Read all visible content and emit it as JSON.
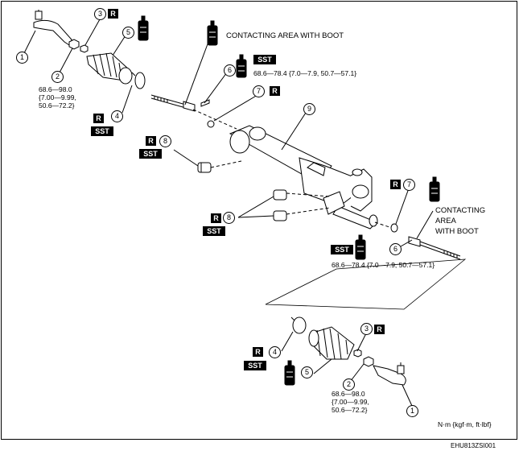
{
  "figure_code": "EHU813ZSI001",
  "units": "N·m {kgf·m, ft·lbf}",
  "callouts": {
    "c1a": "1",
    "c2a": "2",
    "c3a": "3",
    "c4a": "4",
    "c5a": "5",
    "c6a": "6",
    "c7a": "7",
    "c8a": "8",
    "c9": "9",
    "c8b": "8",
    "c7b": "7",
    "c6b": "6",
    "c3b": "3",
    "c4b": "4",
    "c5b": "5",
    "c2b": "2",
    "c1b": "1"
  },
  "badges": {
    "r": "R",
    "sst": "SST"
  },
  "labels": {
    "contact_top": "CONTACTING AREA WITH BOOT",
    "contact_right_1": "CONTACTING",
    "contact_right_2": "AREA",
    "contact_right_3": "WITH BOOT"
  },
  "torque": {
    "tie_rod_end_nut": [
      "68.6—98.0",
      "{7.00—9.99,",
      "50.6—72.2}"
    ],
    "tie_rod": "68.6—78.4 {7.0—7.9, 50.7—57.1}"
  },
  "grease_icon": "grease-tube-icon"
}
